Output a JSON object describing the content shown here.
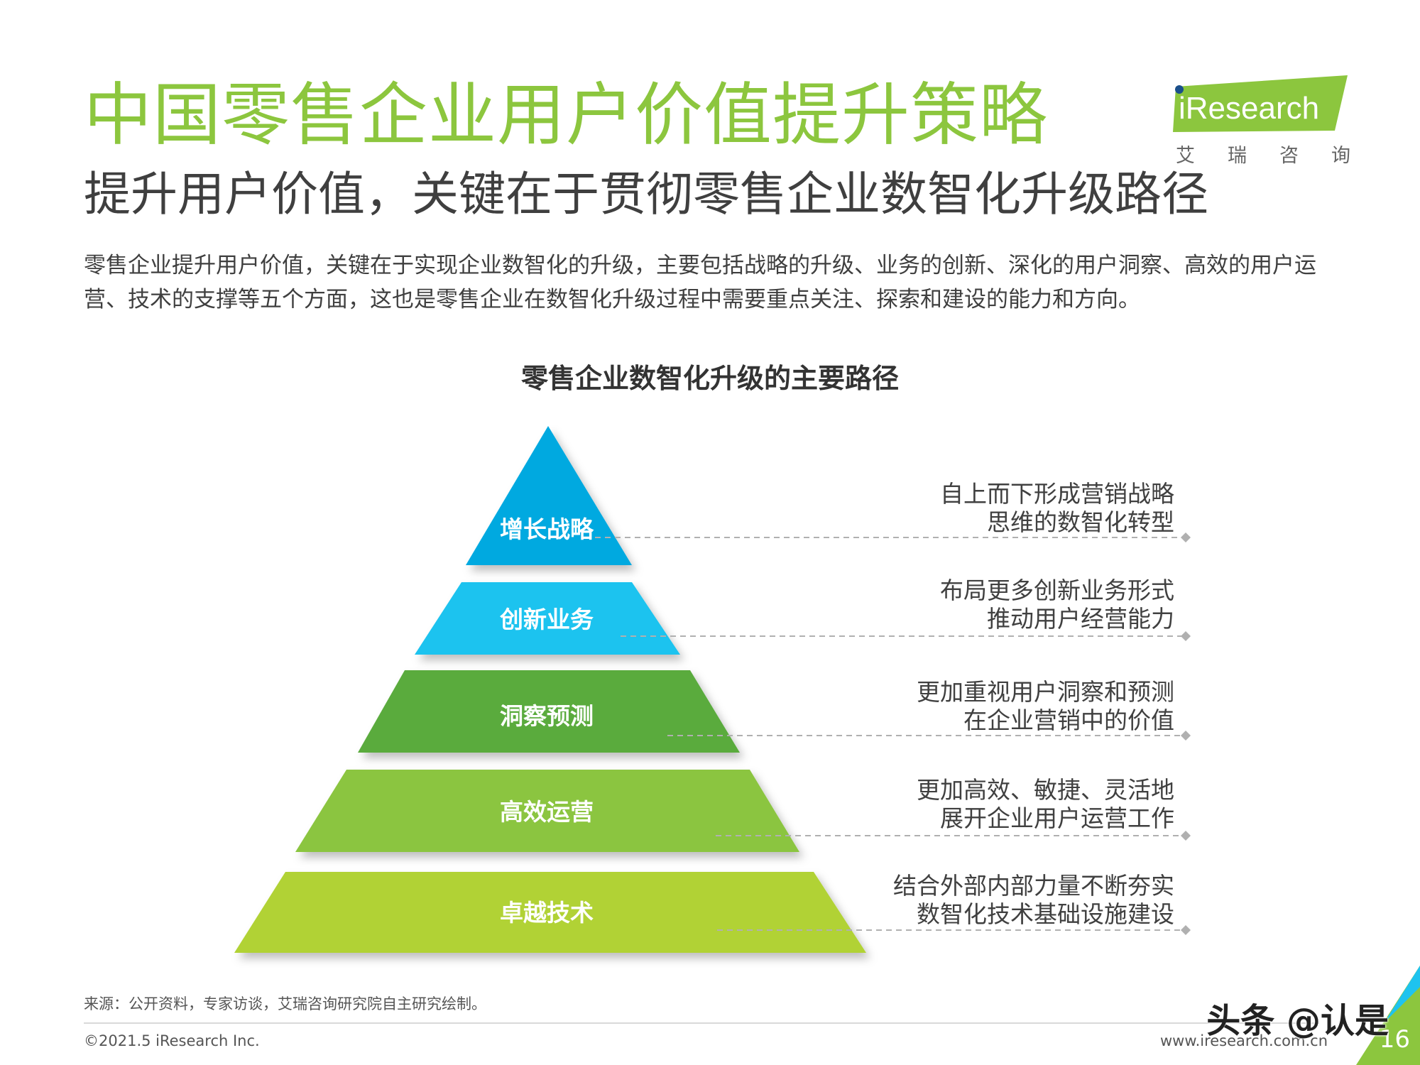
{
  "header": {
    "title": "中国零售企业用户价值提升策略",
    "subtitle": "提升用户价值，关键在于贯彻零售企业数智化升级路径",
    "intro": "零售企业提升用户价值，关键在于实现企业数智化的升级，主要包括战略的升级、业务的创新、深化的用户洞察、高效的用户运营、技术的支撑等五个方面，这也是零售企业在数智化升级过程中需要重点关注、探索和建设的能力和方向。"
  },
  "logo": {
    "wordmark": "iResearch",
    "chinese": [
      "艾",
      "瑞",
      "咨",
      "询"
    ]
  },
  "diagram": {
    "title": "零售企业数智化升级的主要路径",
    "levels": [
      {
        "label": "增长战略",
        "color": "#00a9e0",
        "desc_lines": [
          "自上而下形成营销战略",
          "思维的数智化转型"
        ]
      },
      {
        "label": "创新业务",
        "color": "#1ec3ef",
        "desc_lines": [
          "布局更多创新业务形式",
          "推动用户经营能力"
        ]
      },
      {
        "label": "洞察预测",
        "color": "#5aab3e",
        "desc_lines": [
          "更加重视用户洞察和预测",
          "在企业营销中的价值"
        ]
      },
      {
        "label": "高效运营",
        "color": "#8bc53f",
        "desc_lines": [
          "更加高效、敏捷、灵活地",
          "展开企业用户运营工作"
        ]
      },
      {
        "label": "卓越技术",
        "color": "#b1d235",
        "desc_lines": [
          "结合外部内部力量不断夯实",
          "数智化技术基础设施建设"
        ]
      }
    ]
  },
  "footer": {
    "source": "来源：公开资料，专家访谈，艾瑞咨询研究院自主研究绘制。",
    "copyright": "©2021.5 iResearch Inc.",
    "website": "www.iresearch.com.cn",
    "page_number": "16",
    "watermark": "头条 @认是"
  },
  "colors": {
    "title_green": "#8cc63e",
    "text_dark": "#3f3f3f",
    "connector_gray": "#b0b0b0"
  }
}
